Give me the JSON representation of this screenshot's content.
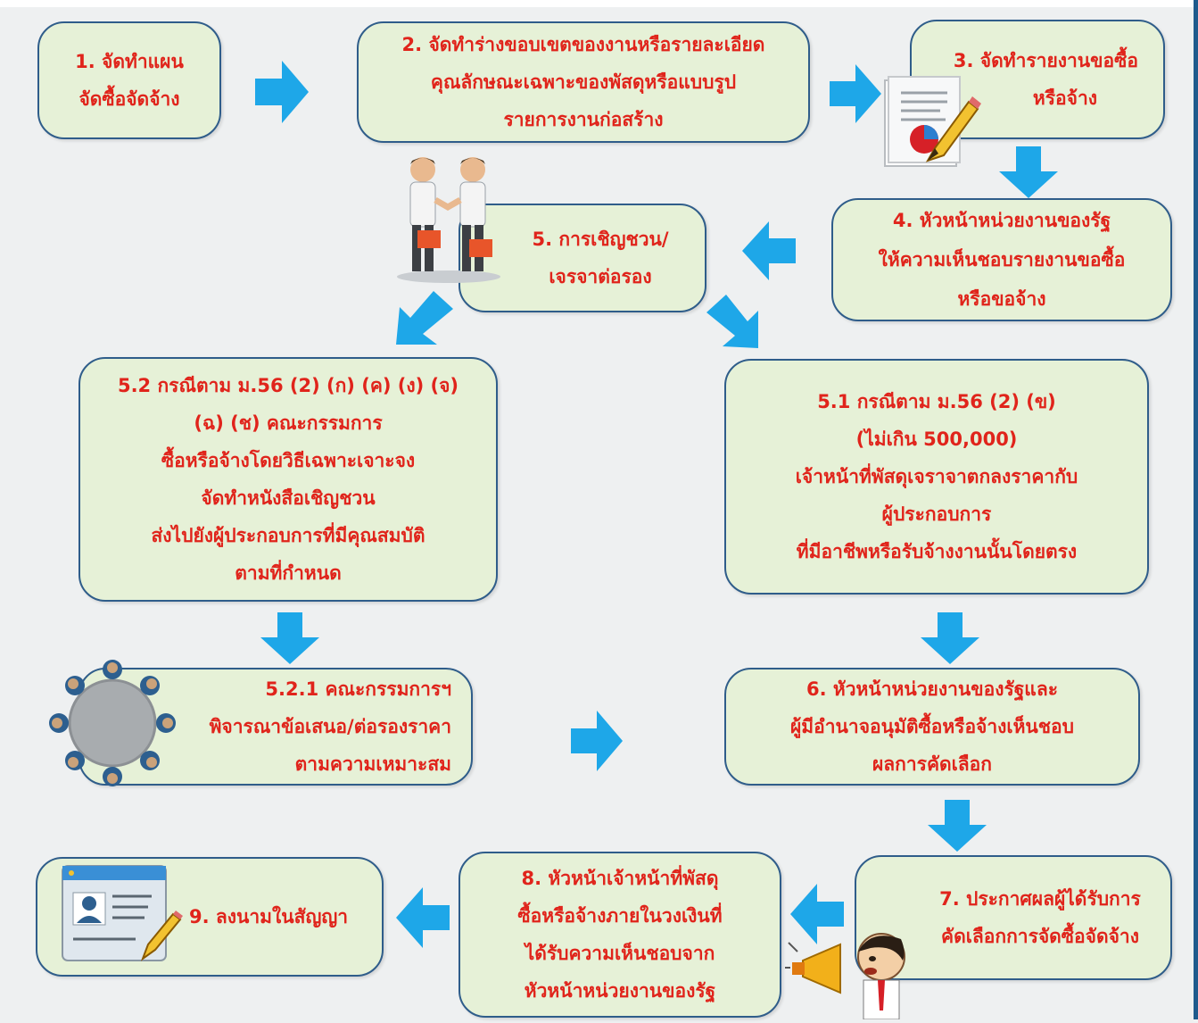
{
  "steps": {
    "s1": [
      "1. จัดทำแผน",
      "จัดซื้อจัดจ้าง"
    ],
    "s2": [
      "2. จัดทำร่างขอบเขตของงานหรือรายละเอียด",
      "คุณลักษณะเฉพาะของพัสดุหรือแบบรูป",
      "รายการงานก่อสร้าง"
    ],
    "s3": [
      "3. จัดทำรายงานขอซื้อ",
      "หรือจ้าง"
    ],
    "s4": [
      "4. หัวหน้าหน่วยงานของรัฐ",
      "ให้ความเห็นชอบรายงานขอซื้อ",
      "หรือขอจ้าง"
    ],
    "s5": [
      "5. การเชิญชวน/",
      "เจรจาต่อรอง"
    ],
    "s52": [
      "5.2 กรณีตาม ม.56 (2) (ก) (ค) (ง) (จ)",
      "(ฉ) (ช) คณะกรรมการ",
      "ซื้อหรือจ้างโดยวิธีเฉพาะเจาะจง",
      "จัดทำหนังสือเชิญชวน",
      "ส่งไปยังผู้ประกอบการที่มีคุณสมบัติ",
      "ตามที่กำหนด"
    ],
    "s51": [
      "5.1 กรณีตาม ม.56 (2) (ข)",
      "(ไม่เกิน 500,000)",
      "เจ้าหน้าที่พัสดุเจราจาตกลงราคากับ",
      "ผู้ประกอบการ",
      "ที่มีอาชีพหรือรับจ้างงานนั้นโดยตรง"
    ],
    "s521": [
      "5.2.1 คณะกรรมการฯ",
      "พิจารณาข้อเสนอ/ต่อรองราคา",
      "ตามความเหมาะสม"
    ],
    "s6": [
      "6. หัวหน้าหน่วยงานของรัฐและ",
      "ผู้มีอำนาจอนุมัติซื้อหรือจ้างเห็นชอบ",
      "ผลการคัดเลือก"
    ],
    "s7": [
      "7. ประกาศผลผู้ได้รับการ",
      "คัดเลือกการจัดซื้อจัดจ้าง"
    ],
    "s8": [
      "8. หัวหน้าเจ้าหน้าที่พัสดุ",
      "ซื้อหรือจ้างภายในวงเงินที่",
      "ได้รับความเห็นชอบจาก",
      "หัวหน้าหน่วยงานของรัฐ"
    ],
    "s9": [
      "9. ลงนามในสัญญา"
    ]
  },
  "colors": {
    "box_fill": "#e6f1d7",
    "box_border": "#2f5d8a",
    "text": "#e0241b",
    "arrow": "#1ea7e8"
  },
  "icons": [
    "document-pencil-icon",
    "handshake-icon",
    "meeting-table-icon",
    "megaphone-man-icon",
    "contract-form-icon"
  ]
}
